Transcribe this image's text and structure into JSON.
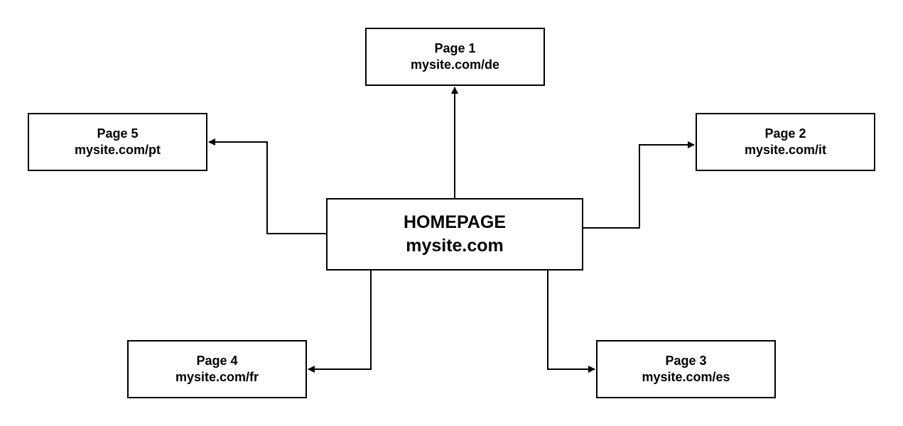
{
  "diagram": {
    "home": {
      "title": "HOMEPAGE",
      "url": "mysite.com"
    },
    "page1": {
      "title": "Page 1",
      "url": "mysite.com/de"
    },
    "page2": {
      "title": "Page 2",
      "url": "mysite.com/it"
    },
    "page3": {
      "title": "Page 3",
      "url": "mysite.com/es"
    },
    "page4": {
      "title": "Page 4",
      "url": "mysite.com/fr"
    },
    "page5": {
      "title": "Page 5",
      "url": "mysite.com/pt"
    },
    "edges": [
      {
        "from": "home",
        "to": "page1"
      },
      {
        "from": "home",
        "to": "page2"
      },
      {
        "from": "home",
        "to": "page3"
      },
      {
        "from": "home",
        "to": "page4"
      },
      {
        "from": "home",
        "to": "page5"
      }
    ],
    "colors": {
      "stroke": "#000000",
      "background": "#ffffff"
    }
  }
}
